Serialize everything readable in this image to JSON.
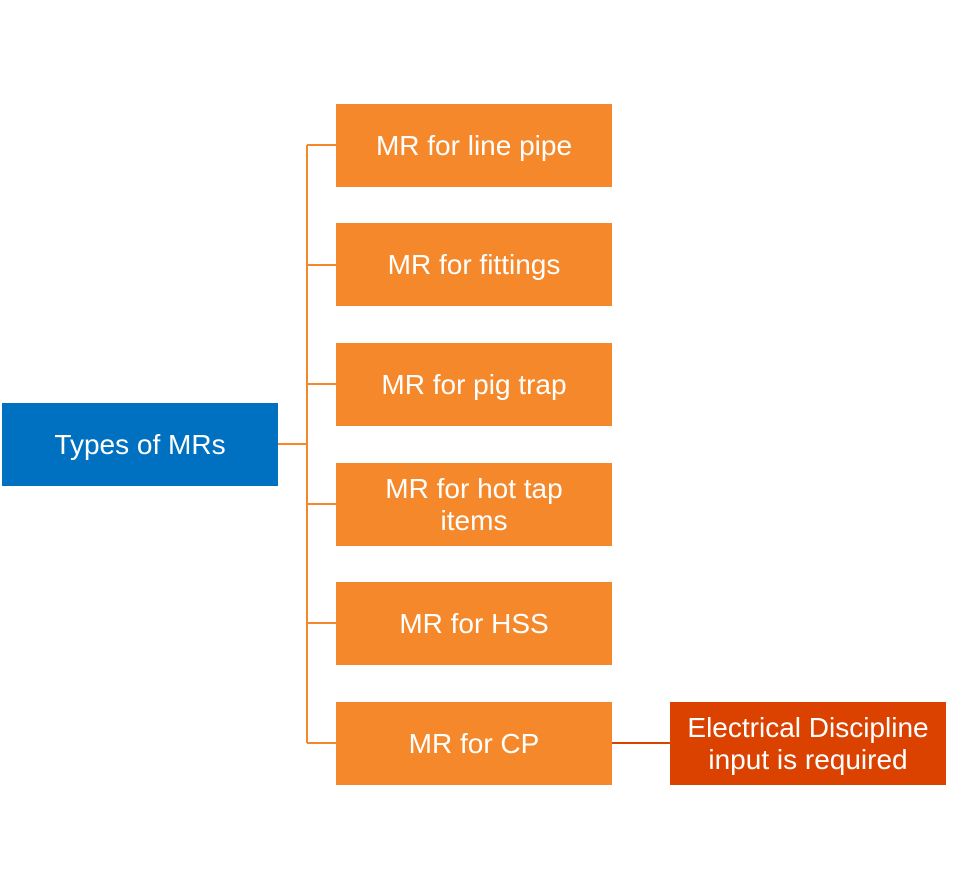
{
  "colors": {
    "root": "#0070c0",
    "child": "#f5882a",
    "child_connector": "#f5882a",
    "note": "#db4200",
    "note_connector": "#db4200"
  },
  "root": {
    "label": "Types of MRs"
  },
  "children": [
    {
      "label": "MR for line pipe"
    },
    {
      "label": "MR for fittings"
    },
    {
      "label": "MR for pig trap"
    },
    {
      "label": "MR for hot tap items"
    },
    {
      "label": "MR for HSS"
    },
    {
      "label": "MR for CP"
    }
  ],
  "note": {
    "label": "Electrical Discipline input is required"
  }
}
